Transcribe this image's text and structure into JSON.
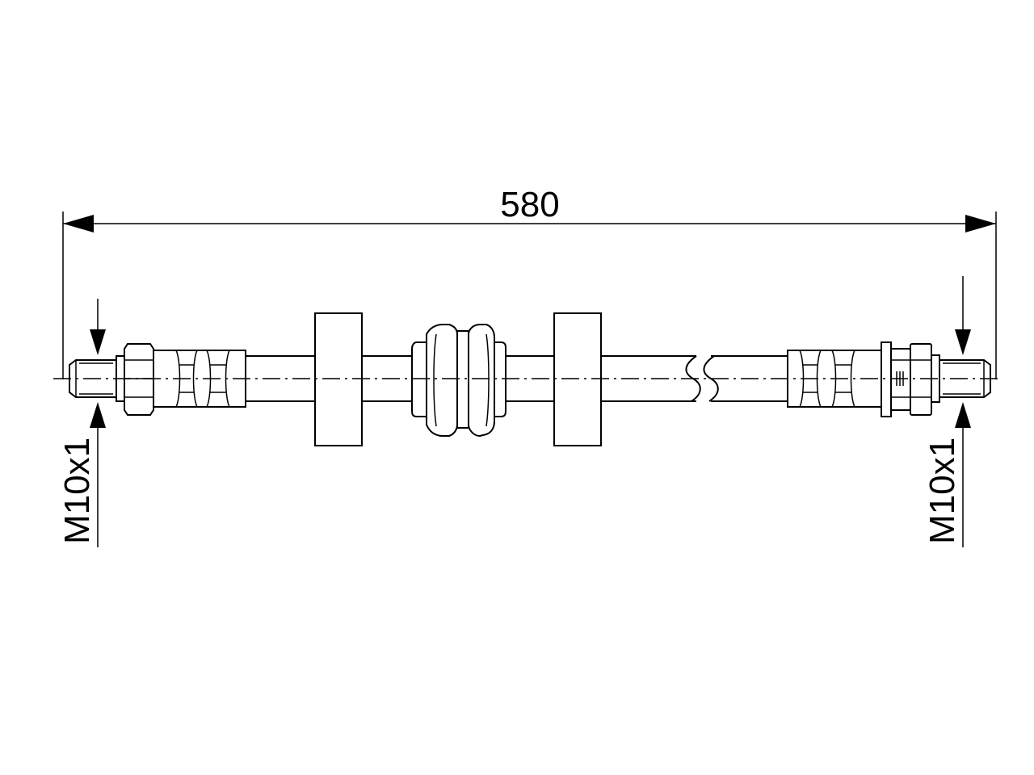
{
  "drawing": {
    "overall_length": "580",
    "thread_left": "M10x1",
    "thread_right": "M10x1"
  }
}
